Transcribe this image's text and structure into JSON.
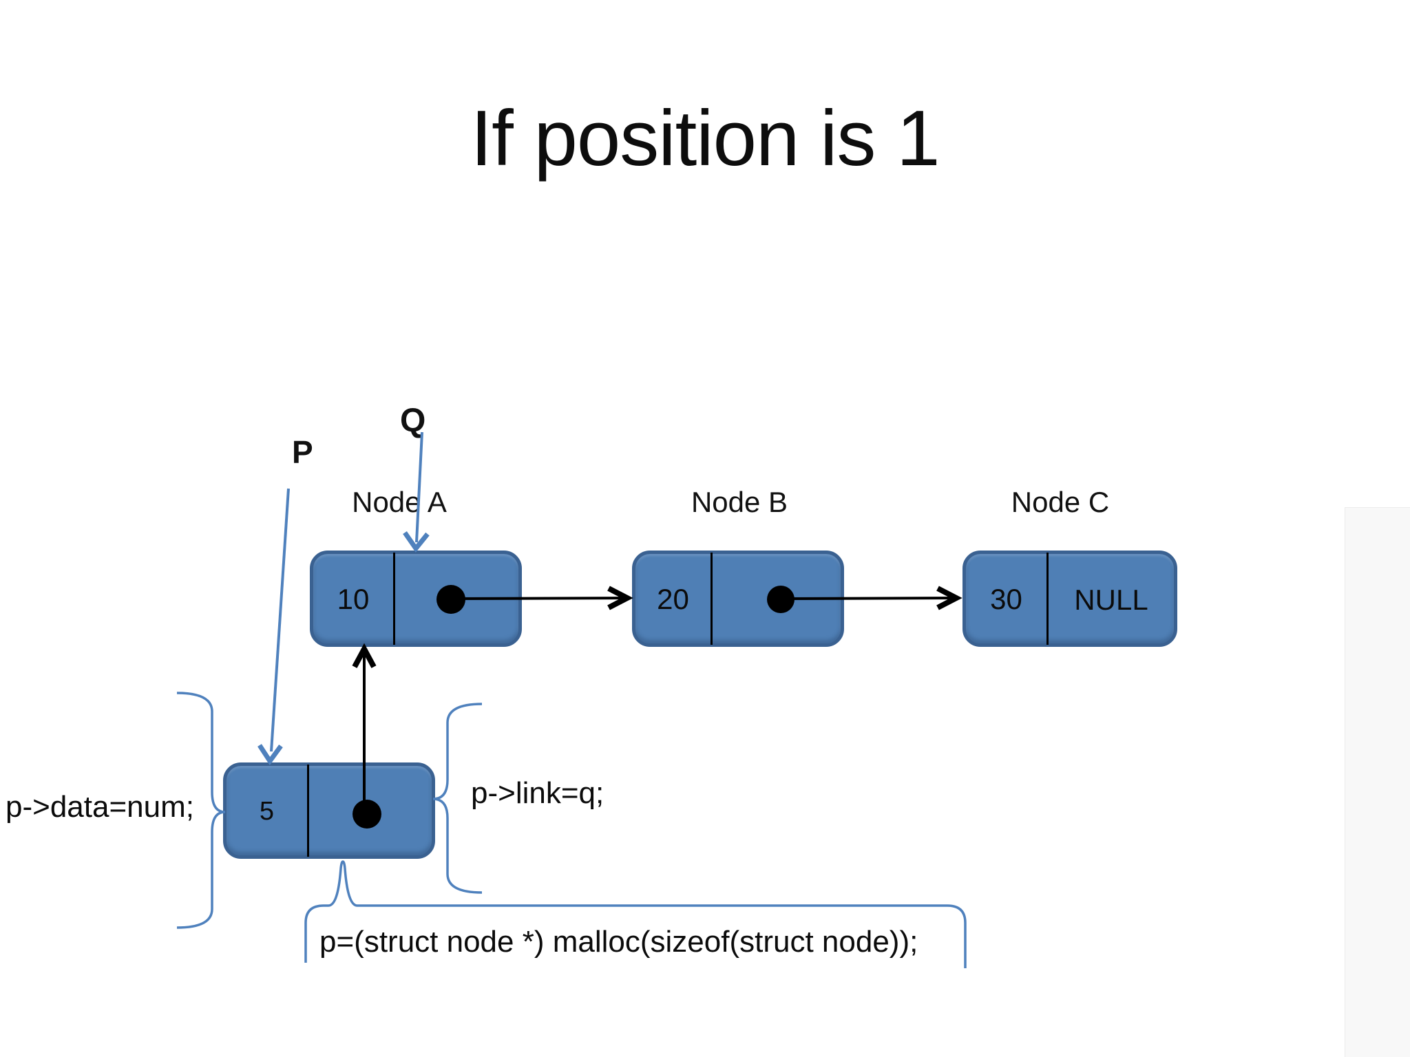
{
  "title": "If position is 1",
  "pointers": {
    "p": "P",
    "q": "Q"
  },
  "nodes": {
    "a": {
      "label": "Node A",
      "value": "10"
    },
    "b": {
      "label": "Node B",
      "value": "20"
    },
    "c": {
      "label": "Node C",
      "value": "30",
      "link": "NULL"
    },
    "new_node": {
      "value": "5"
    }
  },
  "code": {
    "data_assign": "p->data=num;",
    "link_assign": "p->link=q;",
    "malloc": "p=(struct node *) malloc(sizeof(struct node));"
  },
  "colors": {
    "node_fill": "#4f7fb5",
    "node_border": "#3a6191",
    "connector_blue": "#4f81bd",
    "ink": "#111111"
  }
}
